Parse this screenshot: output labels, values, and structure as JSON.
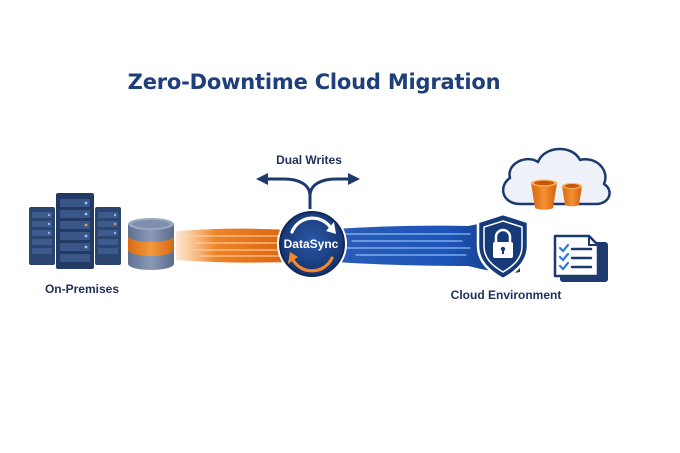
{
  "title": "Zero-Downtime Cloud Migration",
  "labels": {
    "on_premises": "On-Premises",
    "dual_writes": "Dual Writes",
    "hub": "DataSync",
    "cloud": "Cloud Environment"
  },
  "colors": {
    "title": "#1f3f7a",
    "navy": "#1d3a6e",
    "orange": "#e9781a",
    "blue": "#1f63c6",
    "server": "#2b4470",
    "cloud_fill": "#eef2f8"
  },
  "icons": [
    "server-rack-icon",
    "database-icon",
    "sync-icon",
    "shield-lock-icon",
    "cloud-icon",
    "bucket-icon",
    "checklist-icon"
  ]
}
